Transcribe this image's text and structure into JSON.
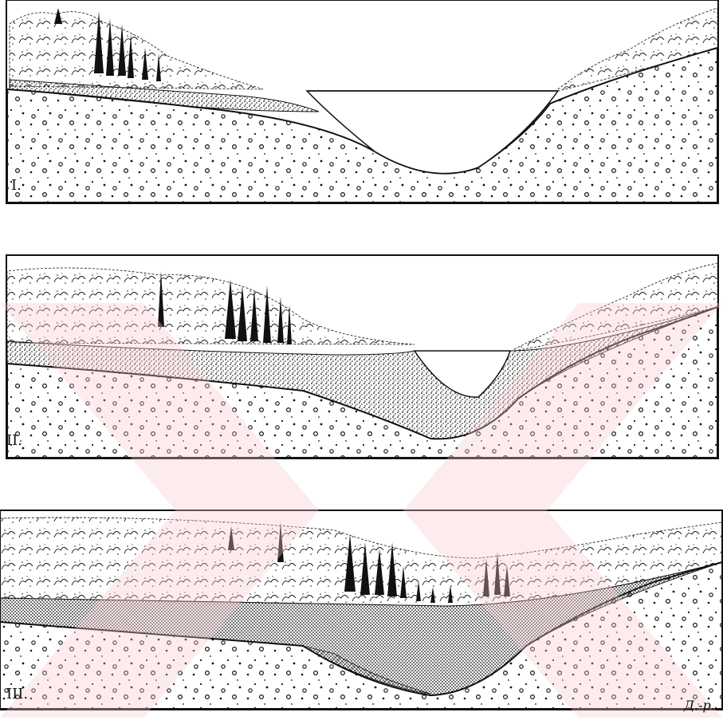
{
  "figure": {
    "panels": [
      {
        "id": "panel-1",
        "label": "I."
      },
      {
        "id": "panel-2",
        "label": "II."
      },
      {
        "id": "panel-3",
        "label": "III."
      }
    ],
    "signature": "Д.-р."
  },
  "colors": {
    "ink": "#111111",
    "background": "#ffffff",
    "watermark": "#f6c9cf"
  }
}
